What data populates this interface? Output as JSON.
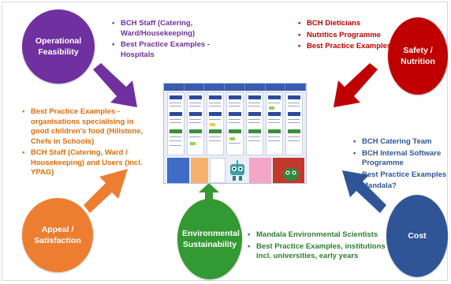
{
  "colors": {
    "purple": "#7030a0",
    "red": "#c00000",
    "orange": "#e46c0a",
    "green": "#2e7d32",
    "blue": "#2f5597"
  },
  "circles": {
    "operational": "Operational Feasibility",
    "safety": "Safety / Nutrition",
    "appeal": "Appeal / Satisfaction",
    "environmental": "Environmental Sustainability",
    "cost": "Cost"
  },
  "lists": {
    "operational": [
      "BCH Staff (Catering, Ward/Housekeeping)",
      "Best Practice Examples - Hospitals"
    ],
    "safety": [
      "BCH Dieticians",
      "Nutritics Programme",
      "Best Practice Examples"
    ],
    "appeal": [
      "Best Practice Examples - organisations specialising in good children's food (Hillstone, Chefs in Schools)",
      "BCH Staff (Catering, Ward / Housekeeping) and Users (incl. YPAG)"
    ],
    "cost": [
      "BCH Catering Team",
      "BCH Internal Software Programme",
      "Best Practice Examples",
      "Mandala?"
    ],
    "environmental": [
      "Mandala Environmental Scientists",
      "Best Practice Examples, institutions incl. universities, early years"
    ]
  }
}
